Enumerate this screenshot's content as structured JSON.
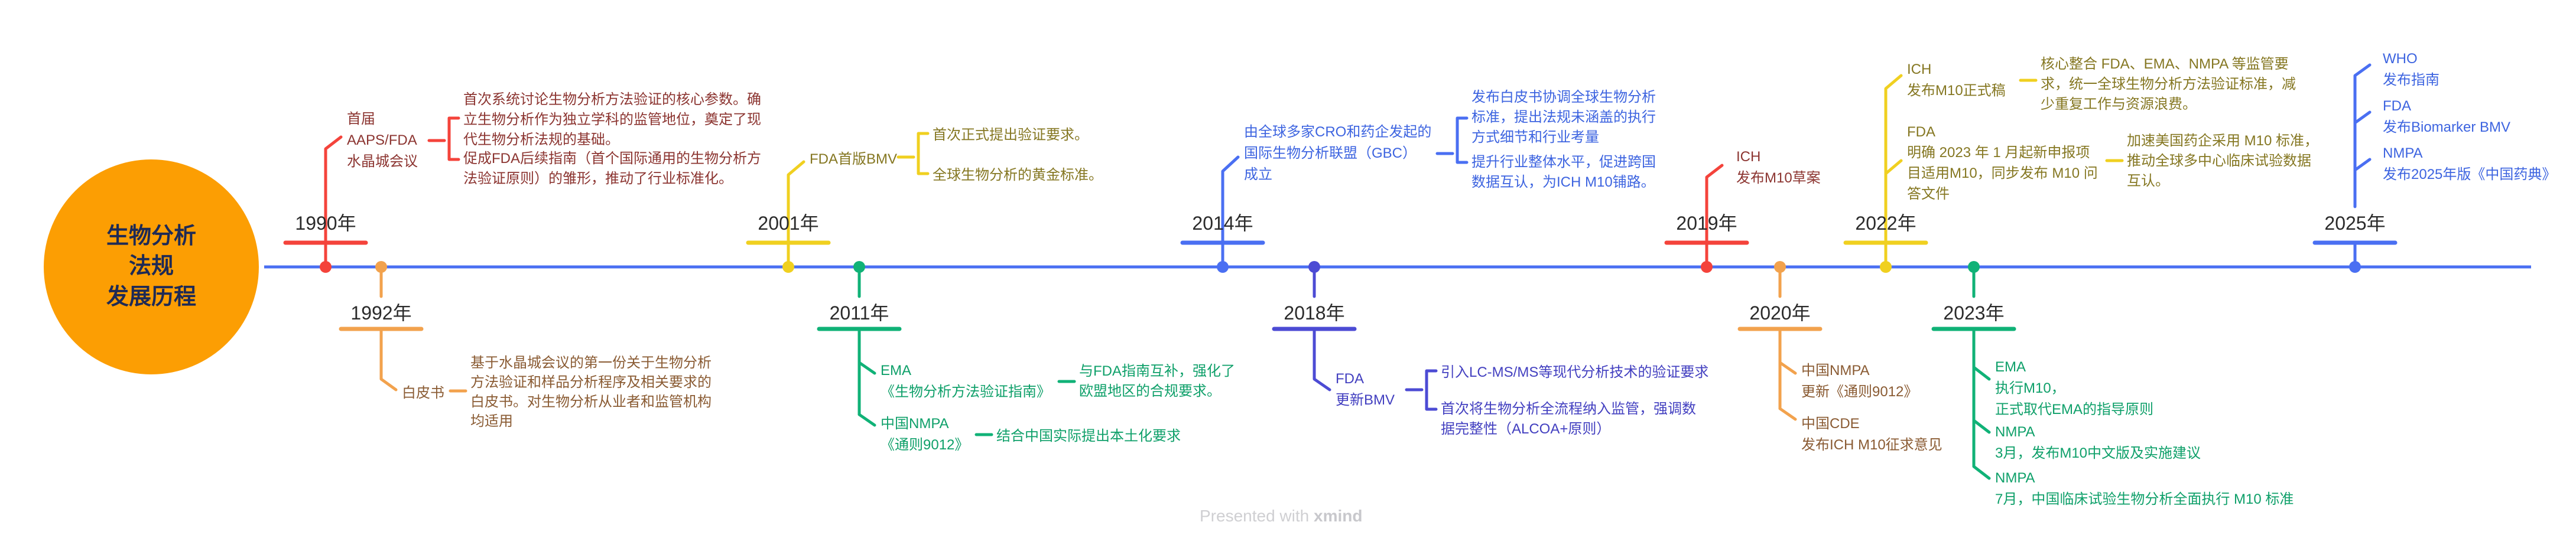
{
  "title": "生物分析\n法规\n发展历程",
  "watermark": {
    "prefix": "Presented with ",
    "brand": "xmind"
  },
  "colors": {
    "red": "#F4433B",
    "orange": "#F2A24D",
    "yellow": "#F0D020",
    "green": "#10B277",
    "blue": "#4A6FF2",
    "indigo": "#4C4BD4",
    "timeline": "#4A6FF2",
    "circle_fill": "#FC9E03",
    "circle_text": "#1E2A55"
  },
  "events": [
    {
      "year": "1990年",
      "color": "red",
      "branches": [
        {
          "label": "首届\nAAPS/FDA\n水晶城会议",
          "details": [
            "首次系统讨论生物分析方法验证的核心参数。确\n立生物分析作为独立学科的监管地位，奠定了现\n代生物分析法规的基础。",
            "促成FDA后续指南（首个国际通用的生物分析方\n法验证原则）的雏形，推动了行业标准化。"
          ]
        }
      ]
    },
    {
      "year": "1992年",
      "color": "orange",
      "branches": [
        {
          "label": "白皮书",
          "details": [
            "基于水晶城会议的第一份关于生物分析\n方法验证和样品分析程序及相关要求的\n白皮书。对生物分析从业者和监管机构\n均适用"
          ]
        }
      ]
    },
    {
      "year": "2001年",
      "color": "yellow",
      "branches": [
        {
          "label": "FDA首版BMV",
          "details": [
            "首次正式提出验证要求。",
            "全球生物分析的黄金标准。"
          ]
        }
      ]
    },
    {
      "year": "2011年",
      "color": "green",
      "branches": [
        {
          "label": "EMA\n《生物分析方法验证指南》",
          "details": [
            "与FDA指南互补，强化了\n欧盟地区的合规要求。"
          ]
        },
        {
          "label": "中国NMPA\n《通则9012》",
          "details": [
            "结合中国实际提出本土化要求"
          ]
        }
      ]
    },
    {
      "year": "2014年",
      "color": "blue",
      "branches": [
        {
          "label": "由全球多家CRO和药企发起的\n国际生物分析联盟（GBC）\n成立",
          "details": [
            "发布白皮书协调全球生物分析\n标准，提出法规未涵盖的执行\n方式细节和行业考量",
            "提升行业整体水平，促进跨国\n数据互认，为ICH M10铺路。"
          ]
        }
      ]
    },
    {
      "year": "2018年",
      "color": "indigo",
      "branches": [
        {
          "label": "FDA\n更新BMV",
          "details": [
            "引入LC-MS/MS等现代分析技术的验证要求",
            "首次将生物分析全流程纳入监管，强调数\n据完整性（ALCOA+原则）"
          ]
        }
      ]
    },
    {
      "year": "2019年",
      "color": "red",
      "branches": [
        {
          "label": "ICH\n发布M10草案",
          "details": []
        }
      ]
    },
    {
      "year": "2020年",
      "color": "orange",
      "branches": [
        {
          "label": "中国NMPA\n更新《通则9012》",
          "details": []
        },
        {
          "label": "中国CDE\n发布ICH M10征求意见",
          "details": []
        }
      ]
    },
    {
      "year": "2022年",
      "color": "yellow",
      "branches": [
        {
          "label": "ICH\n发布M10正式稿",
          "details": [
            "核心整合 FDA、EMA、NMPA 等监管要\n求，统一全球生物分析方法验证标准，减\n少重复工作与资源浪费。"
          ]
        },
        {
          "label": "FDA\n明确 2023 年 1 月起新申报项\n目适用M10，同步发布 M10 问\n答文件",
          "details": [
            "加速美国药企采用 M10 标准，\n推动全球多中心临床试验数据\n互认。"
          ]
        }
      ]
    },
    {
      "year": "2023年",
      "color": "green",
      "branches": [
        {
          "label": "EMA\n执行M10，\n正式取代EMA的指导原则",
          "details": []
        },
        {
          "label": "NMPA\n3月，发布M10中文版及实施建议",
          "details": []
        },
        {
          "label": "NMPA\n7月，中国临床试验生物分析全面执行 M10 标准",
          "details": []
        }
      ]
    },
    {
      "year": "2025年",
      "color": "blue",
      "branches": [
        {
          "label": "WHO\n发布指南",
          "details": []
        },
        {
          "label": "FDA\n发布Biomarker BMV",
          "details": []
        },
        {
          "label": "NMPA\n发布2025年版《中国药典》",
          "details": []
        }
      ]
    }
  ]
}
